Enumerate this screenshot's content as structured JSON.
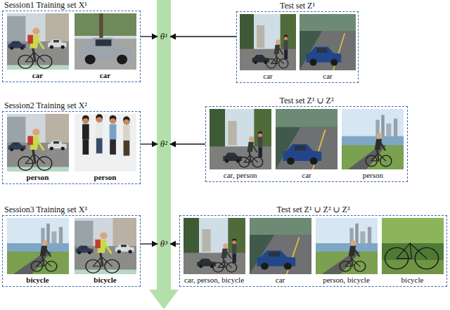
{
  "diagram": {
    "nodes": [
      {
        "text": [
          "Session1 Training set X¹",
          "car",
          "car"
        ]
      },
      {
        "text": [
          "θ¹"
        ]
      },
      {
        "text": [
          "Test set Z¹",
          "car",
          "car"
        ]
      },
      {
        "text": [
          "Session2 Training set X²",
          "person",
          "person"
        ]
      },
      {
        "text": [
          "θ²"
        ]
      },
      {
        "text": [
          "Test set Z¹ ∪ Z²",
          "car, person",
          "car",
          "person"
        ]
      },
      {
        "text": [
          "Session3 Training set X³",
          "bicycle",
          "bicycle"
        ]
      },
      {
        "text": [
          "θ³"
        ]
      },
      {
        "text": [
          "Test set Z¹ ∪ Z² ∪ Z³",
          "car, person, bicycle",
          "car",
          "person, bicycle",
          "bicycle"
        ]
      }
    ],
    "edges": [
      {
        "from": 0,
        "to": 1,
        "arrow": "to"
      },
      {
        "from": 2,
        "to": 1,
        "arrow": "to"
      },
      {
        "from": 3,
        "to": 4,
        "arrow": "to"
      },
      {
        "from": 5,
        "to": 4,
        "arrow": "to"
      },
      {
        "from": 6,
        "to": 7,
        "arrow": "to"
      },
      {
        "from": 8,
        "to": 7,
        "arrow": "to"
      }
    ]
  }
}
